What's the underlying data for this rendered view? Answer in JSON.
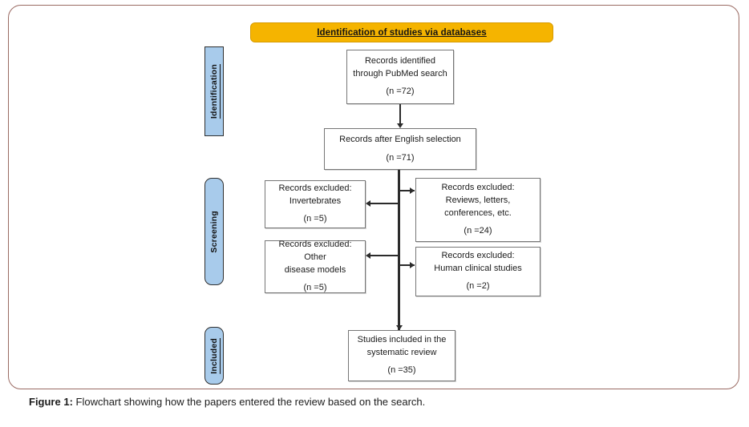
{
  "figure": {
    "banner_label": "Identification of studies via databases",
    "caption_prefix": "Figure 1:",
    "caption_text": " Flowchart showing how the papers entered the review based on the search."
  },
  "colors": {
    "banner_fill": "#f5b400",
    "banner_border": "#d79b00",
    "stage_fill": "#a8cbeb",
    "stage_border": "#2f2f2f",
    "node_border": "#767676",
    "connector": "#2b2b2b",
    "frame_border": "#9a6a62"
  },
  "stages": [
    {
      "id": "identification",
      "label": "Identification"
    },
    {
      "id": "screening",
      "label": "Screening"
    },
    {
      "id": "included",
      "label": "Included"
    }
  ],
  "nodes": {
    "records_identified": {
      "title": "Records identified\nthrough PubMed search",
      "count": "(n =72)"
    },
    "records_after_english": {
      "title": "Records after English selection",
      "count": "(n =71)"
    },
    "excluded_invertebrates": {
      "title": "Records excluded:\nInvertebrates",
      "count": "(n =5)"
    },
    "excluded_reviews": {
      "title": "Records excluded:\nReviews, letters,\nconferences, etc.",
      "count": "(n =24)"
    },
    "excluded_disease_models": {
      "title": "Records excluded: Other\ndisease models",
      "count": "(n =5)"
    },
    "excluded_human_clinical": {
      "title": "Records excluded:\nHuman clinical studies",
      "count": "(n =2)"
    },
    "studies_included": {
      "title": "Studies included in the\nsystematic review",
      "count": "(n =35)"
    }
  },
  "chart_data": {
    "type": "diagram",
    "title": "Identification of studies via databases",
    "diagram_kind": "PRISMA flow diagram",
    "stages": [
      "Identification",
      "Screening",
      "Included"
    ],
    "steps": [
      {
        "stage": "Identification",
        "label": "Records identified through PubMed search",
        "n": 72
      },
      {
        "stage": "Identification",
        "label": "Records after English selection",
        "n": 71
      },
      {
        "stage": "Screening",
        "label": "Records excluded: Invertebrates",
        "n": 5
      },
      {
        "stage": "Screening",
        "label": "Records excluded: Reviews, letters, conferences, etc.",
        "n": 24
      },
      {
        "stage": "Screening",
        "label": "Records excluded: Other disease models",
        "n": 5
      },
      {
        "stage": "Screening",
        "label": "Records excluded: Human clinical studies",
        "n": 2
      },
      {
        "stage": "Included",
        "label": "Studies included in the systematic review",
        "n": 35
      }
    ],
    "edges": [
      {
        "from": "Records identified through PubMed search",
        "to": "Records after English selection"
      },
      {
        "from": "Records after English selection",
        "to": "Records excluded: Reviews, letters, conferences, etc."
      },
      {
        "from": "Records after English selection",
        "to": "Records excluded: Invertebrates"
      },
      {
        "from": "Records after English selection",
        "to": "Records excluded: Other disease models"
      },
      {
        "from": "Records after English selection",
        "to": "Records excluded: Human clinical studies"
      },
      {
        "from": "Records after English selection",
        "to": "Studies included in the systematic review"
      }
    ]
  }
}
